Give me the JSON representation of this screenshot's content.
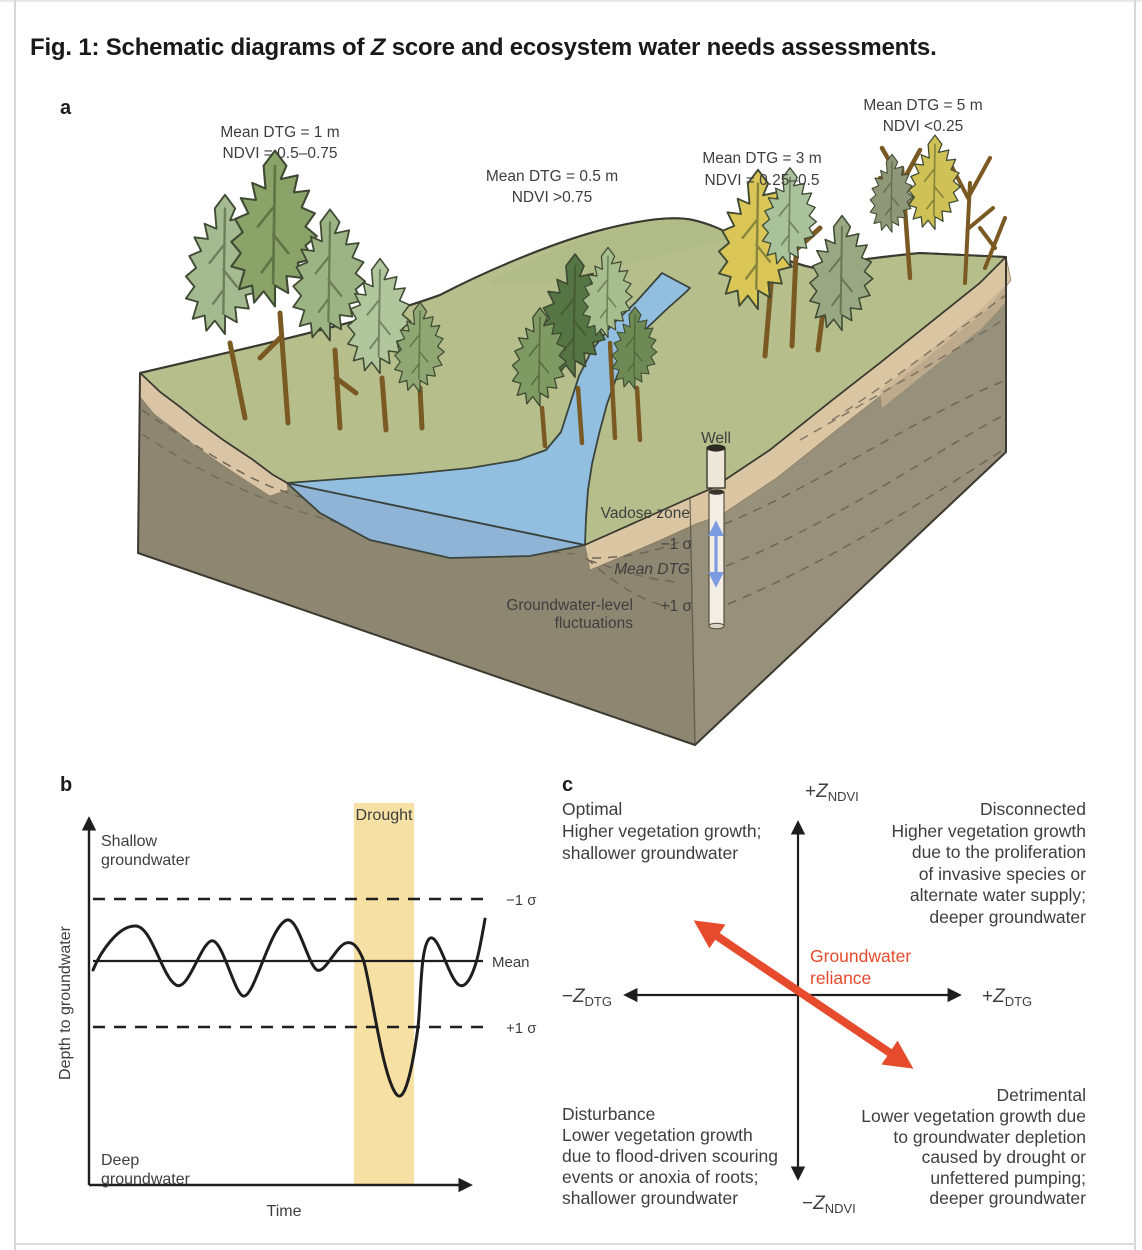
{
  "page": {
    "title": {
      "pre": "Fig. 1: Schematic diagrams of ",
      "italic": "Z",
      "post": " score and ecosystem water needs assessments."
    }
  },
  "panel_a": {
    "label": "a",
    "annotations": [
      {
        "line1": "Mean DTG = 1 m",
        "line2": "NDVI = 0.5–0.75"
      },
      {
        "line1": "Mean DTG = 0.5 m",
        "line2": "NDVI >0.75"
      },
      {
        "line1": "Mean DTG = 3 m",
        "line2": "NDVI = 0.25–0.5"
      },
      {
        "line1": "Mean DTG = 5 m",
        "line2": "NDVI <0.25"
      }
    ],
    "well": "Well",
    "vadose_zone": "Vadose zone",
    "minus_one_sigma": "−1 σ",
    "mean_dtg": "Mean DTG",
    "plus_one_sigma": "+1 σ",
    "gw_fluctuations_line1": "Groundwater-level",
    "gw_fluctuations_line2": "fluctuations"
  },
  "panel_b": {
    "label": "b",
    "drought": "Drought",
    "shallow_line1": "Shallow",
    "shallow_line2": "groundwater",
    "deep_line1": "Deep",
    "deep_line2": "groundwater",
    "minus_one_sigma": "−1 σ",
    "mean": "Mean",
    "plus_one_sigma": "+1 σ",
    "x_axis_label": "Time",
    "y_axis_label": "Depth to groundwater"
  },
  "panel_c": {
    "label": "c",
    "axes": {
      "top": {
        "sign": "+",
        "main": "Z",
        "sub": "NDVI"
      },
      "bottom": {
        "sign": "−",
        "main": "Z",
        "sub": "NDVI"
      },
      "left": {
        "sign": "−",
        "main": "Z",
        "sub": "DTG"
      },
      "right": {
        "sign": "+",
        "main": "Z",
        "sub": "DTG"
      }
    },
    "center_label_line1": "Groundwater",
    "center_label_line2": "reliance",
    "quadrants": {
      "optimal": {
        "title": "Optimal",
        "lines": [
          "Higher vegetation growth;",
          "shallower groundwater"
        ]
      },
      "disconnected": {
        "title": "Disconnected",
        "lines": [
          "Higher vegetation growth",
          "due to the proliferation",
          "of invasive species or",
          "alternate water supply;",
          "deeper groundwater"
        ]
      },
      "disturbance": {
        "title": "Disturbance",
        "lines": [
          "Lower vegetation growth",
          "due to flood-driven scouring",
          "events or anoxia of roots;",
          "shallower groundwater"
        ]
      },
      "detrimental": {
        "title": "Detrimental",
        "lines": [
          "Lower vegetation growth due",
          "to groundwater depletion",
          "caused by drought or",
          "unfettered pumping;",
          "deeper groundwater"
        ]
      }
    }
  },
  "colors": {
    "accent_red": "#e64b2d",
    "drought_band": "#f6e0a3",
    "river_blue": "#92bfe0",
    "water_section_blue": "#8fb4d6",
    "surface_green": "#b6bf8c",
    "vadose_tan": "#dbc6a4",
    "soil_gray": "#8f8974",
    "groundwater_arrow_blue": "#7d9be0"
  }
}
